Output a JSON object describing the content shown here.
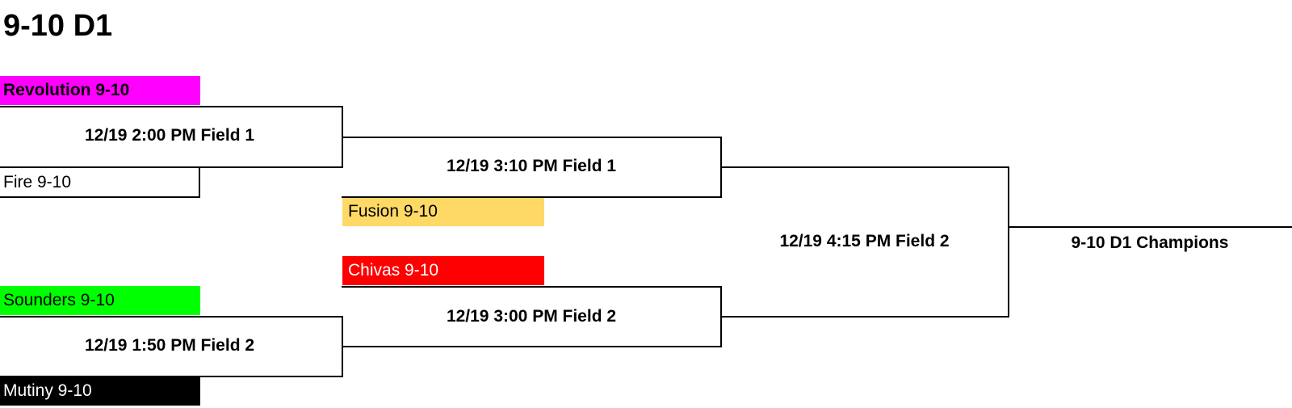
{
  "bracket": {
    "title": "9-10 D1",
    "teams": [
      {
        "name": "Revolution 9-10",
        "bg": "#ff00ff",
        "fg": "#000000"
      },
      {
        "name": "Fire 9-10",
        "bg": "#ffffff",
        "fg": "#000000"
      },
      {
        "name": "Fusion 9-10",
        "bg": "#ffd966",
        "fg": "#000000"
      },
      {
        "name": "Chivas 9-10",
        "bg": "#ff0000",
        "fg": "#ffffff"
      },
      {
        "name": "Sounders 9-10",
        "bg": "#00ff00",
        "fg": "#000000"
      },
      {
        "name": "Mutiny 9-10",
        "bg": "#000000",
        "fg": "#ffffff"
      }
    ],
    "games": [
      "12/19 2:00 PM Field 1",
      "12/19 3:10 PM Field 1",
      "12/19 1:50 PM Field 2",
      "12/19 3:00 PM Field 2",
      "12/19 4:15 PM Field 2"
    ],
    "champion_label": "9-10 D1 Champions"
  }
}
